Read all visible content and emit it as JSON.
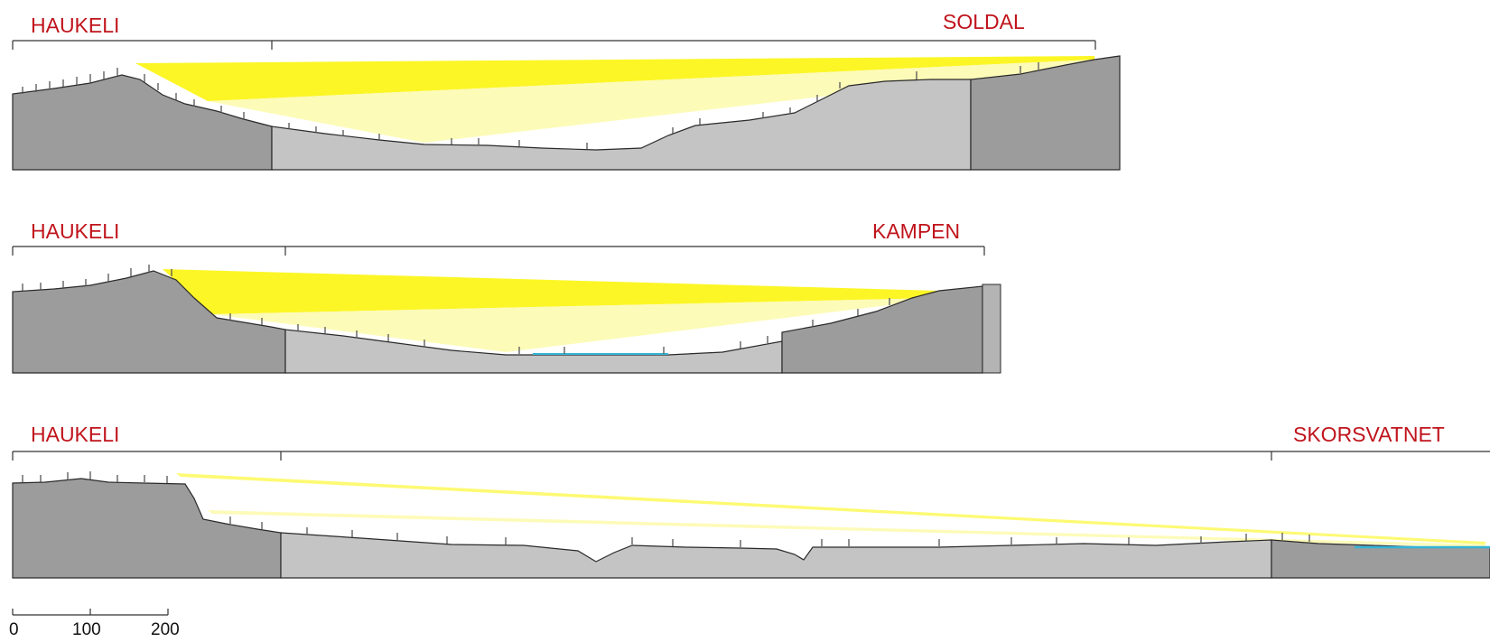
{
  "colors": {
    "label_red": "#c0141c",
    "terrain_dark": "#9c9c9c",
    "terrain_light": "#c4c4c4",
    "sightline_strong": "#fbf500",
    "sightline_pale": "#fdfbb0",
    "water": "#35b4d6",
    "outline": "#2a2a2a"
  },
  "profiles": [
    {
      "id": "p1",
      "start_label": "HAUKELI",
      "end_label": "SOLDAL"
    },
    {
      "id": "p2",
      "start_label": "HAUKELI",
      "end_label": "KAMPEN"
    },
    {
      "id": "p3",
      "start_label": "HAUKELI",
      "end_label": "SKORSVATNET"
    }
  ],
  "scale_bar": {
    "ticks": [
      "0",
      "100",
      "200"
    ]
  }
}
